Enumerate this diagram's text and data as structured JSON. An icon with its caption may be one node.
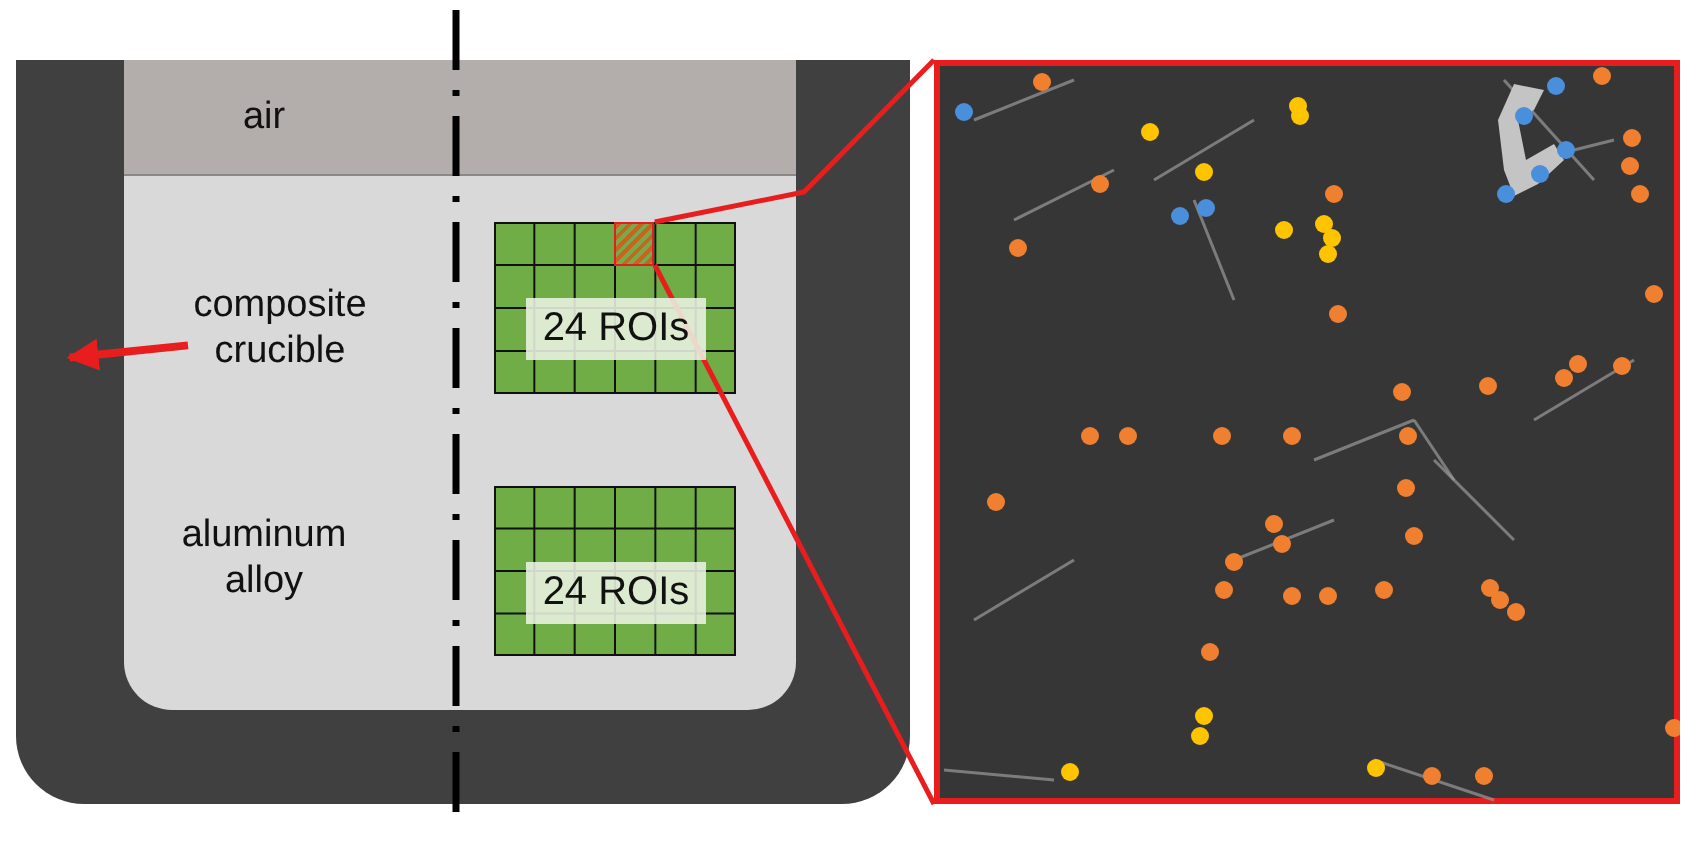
{
  "diagram": {
    "nodes": [
      {
        "text": [],
        "shape": "box"
      },
      {
        "text": [
          "air"
        ],
        "in": 0
      },
      {
        "text": [
          "aluminum alloy"
        ],
        "in": 0
      },
      {
        "text": [
          "composite crucible"
        ],
        "in": 2
      },
      {
        "text": [
          "24 ROIs"
        ],
        "in": 2
      },
      {
        "text": [
          "24 ROIs"
        ],
        "in": 2
      },
      {
        "text": [],
        "shape": "box",
        "in": 4
      },
      {
        "text": [],
        "shape": "picture"
      }
    ],
    "edges": [
      {
        "from": 3,
        "to": 0,
        "arrow": "to"
      },
      {
        "from": 6,
        "to": 7,
        "arrow": "none"
      },
      {
        "from": 6,
        "to": 7,
        "arrow": "none"
      }
    ]
  }
}
